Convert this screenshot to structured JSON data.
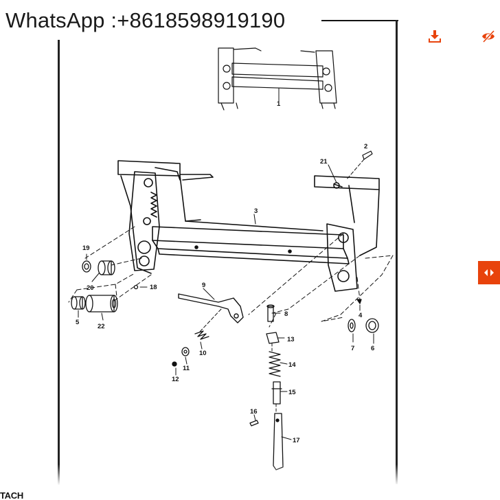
{
  "watermark": {
    "text": "WhatsApp :+8618598919190"
  },
  "caption": {
    "text": "TACH"
  },
  "toolbar": {
    "download_icon": "download-icon",
    "hide_icon": "eye-slash-icon",
    "expand_icon": "left-right-arrows-icon",
    "accent_color": "#e8430c"
  },
  "callouts": {
    "c1": "1",
    "c2": "2",
    "c3": "3",
    "c4": "4",
    "c5": "5",
    "c6": "6",
    "c7": "7",
    "c8": "8",
    "c9": "9",
    "c10": "10",
    "c11": "11",
    "c12": "12",
    "c13": "13",
    "c14": "14",
    "c15": "15",
    "c16": "16",
    "c17": "17",
    "c18": "18",
    "c19": "19",
    "c20": "20",
    "c21": "21",
    "c22": "22"
  }
}
